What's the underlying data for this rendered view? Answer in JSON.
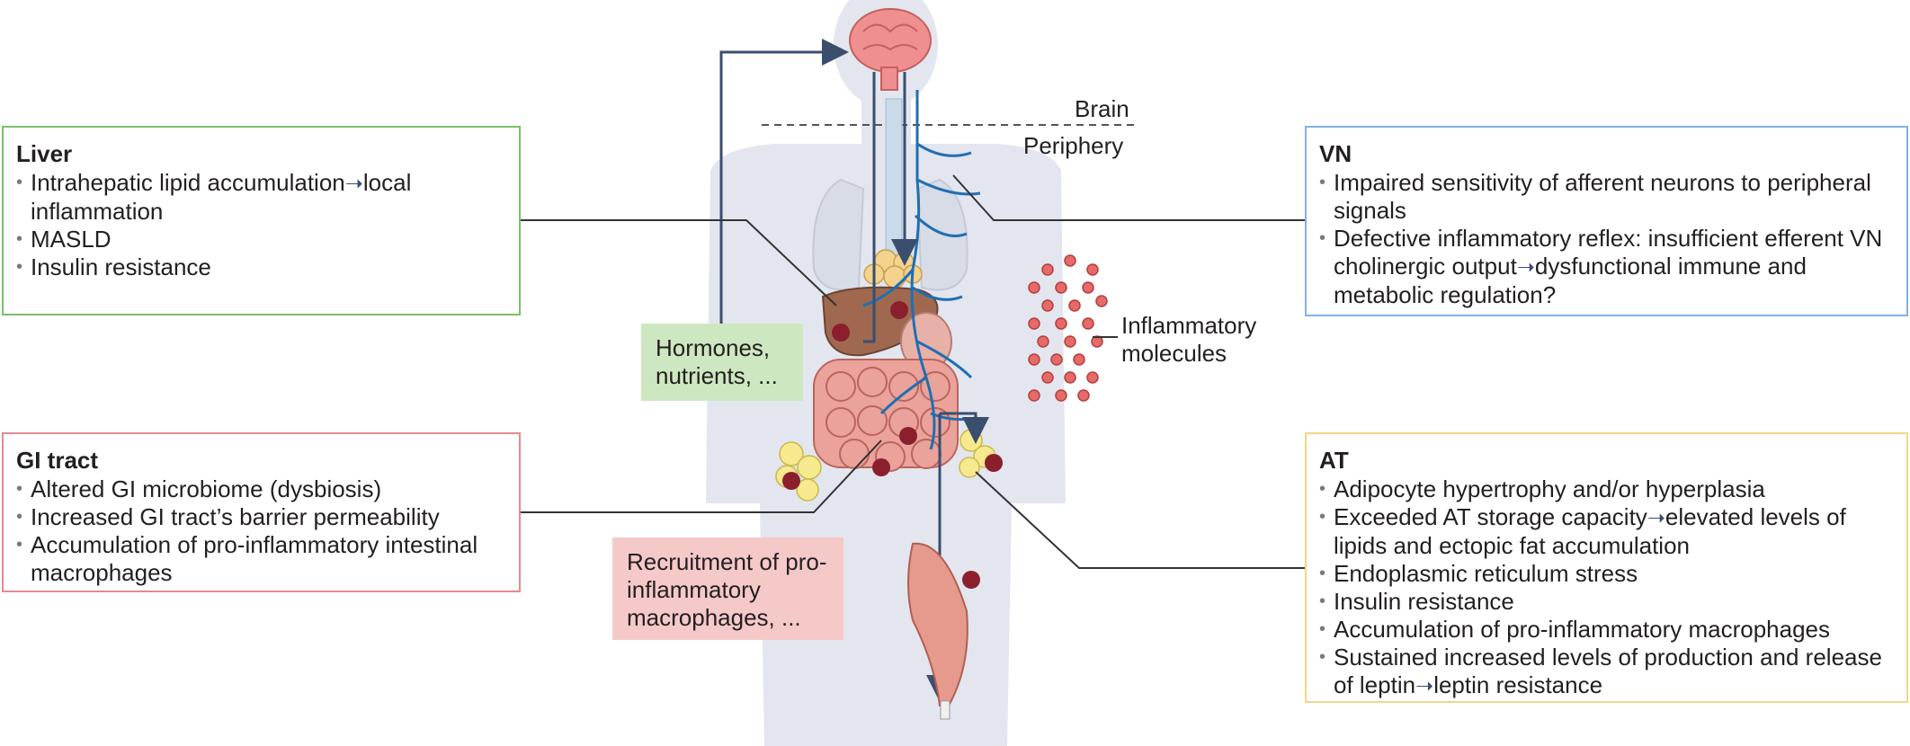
{
  "liver": {
    "title": "Liver",
    "items": [
      {
        "before": "Intrahepatic lipid accumulation",
        "arrow": "➝",
        "after": "local inflammation"
      },
      {
        "before": "MASLD",
        "arrow": "",
        "after": ""
      },
      {
        "before": "Insulin resistance",
        "arrow": "",
        "after": ""
      }
    ]
  },
  "gi": {
    "title": "GI tract",
    "items": [
      {
        "before": "Altered GI microbiome (dysbiosis)",
        "arrow": "",
        "after": ""
      },
      {
        "before": "Increased GI tract’s barrier permeability",
        "arrow": "",
        "after": ""
      },
      {
        "before": "Accumulation of pro-inflammatory intestinal macrophages",
        "arrow": "",
        "after": ""
      }
    ]
  },
  "vn": {
    "title": "VN",
    "items": [
      {
        "before": "Impaired sensitivity of afferent neurons to peripheral signals",
        "arrow": "",
        "after": ""
      },
      {
        "before": "Defective inflammatory reflex: insufficient efferent VN cholinergic output",
        "arrow": "➝",
        "after": "dysfunctional immune and metabolic regulation?"
      }
    ]
  },
  "at": {
    "title": "AT",
    "items": [
      {
        "before": "Adipocyte hypertrophy and/or hyperplasia",
        "arrow": "",
        "after": ""
      },
      {
        "before": "Exceeded AT storage capacity",
        "arrow": "➝",
        "after": "elevated levels of lipids and ectopic fat accumulation"
      },
      {
        "before": "Endoplasmic reticulum stress",
        "arrow": "",
        "after": ""
      },
      {
        "before": "Insulin resistance",
        "arrow": "",
        "after": ""
      },
      {
        "before": "Accumulation of pro-inflammatory macrophages",
        "arrow": "",
        "after": ""
      },
      {
        "before": "Sustained increased levels of production and release of leptin",
        "arrow": "➝",
        "after": "leptin resistance"
      }
    ]
  },
  "labels": {
    "hormones": "Hormones, nutrients, ...",
    "recruitment": "Recruitment of pro-inflammatory macrophages, ...",
    "inflammatory": "Inflammatory molecules",
    "brain": "Brain",
    "periphery": "Periphery"
  },
  "colors": {
    "liver_border": "#7ac06a",
    "gi_border": "#e48a90",
    "vn_border": "#7fb2e3",
    "at_border": "#f0d78c",
    "hormones_fill": "#cde8c0",
    "recruitment_fill": "#f6c9c9",
    "arrow": "#3a4e6e",
    "nerve": "#1f6fb3"
  }
}
